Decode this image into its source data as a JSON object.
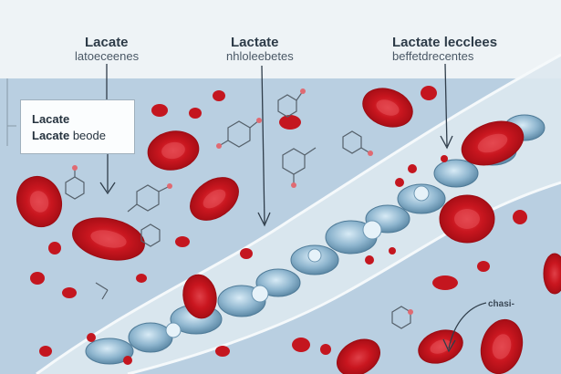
{
  "labels": {
    "top_left_title": "Lacate",
    "top_left_sub": "latoeceenes",
    "top_mid_title": "Lactate",
    "top_mid_sub": "nhloleebetes",
    "top_right_title": "Lactate lecclees",
    "top_right_sub": "beffetdrecentes",
    "box_line1": "Lacate",
    "box_line2_bold": "Lacate",
    "box_line2_rest": "beode",
    "side_label": "chasi-"
  },
  "colors": {
    "background_top": "#eef3f6",
    "plasma": "#b8cde0",
    "vessel_band": "#dfe9f1",
    "red_cell": "#c8171e",
    "red_cell_center": "#e8404a",
    "blue_cell": "#7fa9c4",
    "blue_cell_core": "#cfe3f0",
    "molecule": "#55606a",
    "arrow": "#2f3d4a"
  }
}
